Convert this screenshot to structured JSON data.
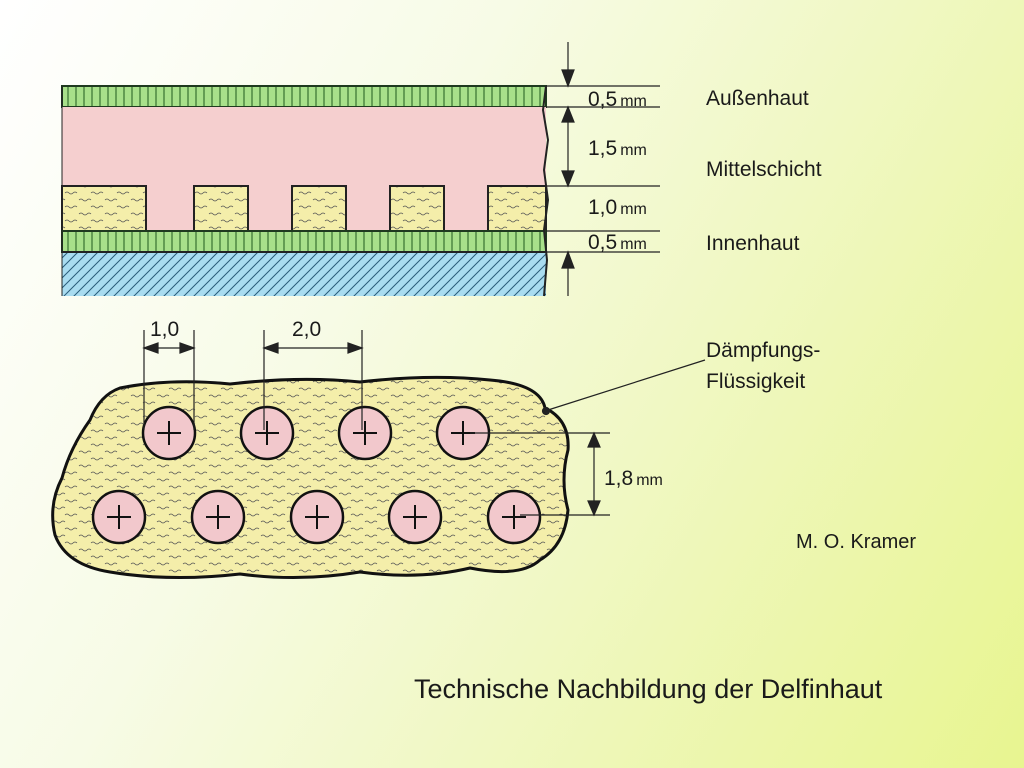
{
  "layers": [
    {
      "value": "0,5",
      "unit": "mm",
      "name": "Außenhaut"
    },
    {
      "value": "1,5",
      "unit": "mm",
      "name": "Mittelschicht"
    },
    {
      "value": "1,0",
      "unit": "mm",
      "name": ""
    },
    {
      "value": "0,5",
      "unit": "mm",
      "name": "Innenhaut"
    }
  ],
  "lower": {
    "dim_small": "1,0",
    "dim_large": "2,0",
    "dim_vertical_value": "1,8",
    "dim_vertical_unit": "mm",
    "fluid_label_line1": "Dämpfungs-",
    "fluid_label_line2": "Flüssigkeit"
  },
  "credit": "M. O. Kramer",
  "title": "Technische Nachbildung der Delfinhaut",
  "colors": {
    "outer_skin": "#a8e08a",
    "middle_layer": "#f5cfcf",
    "fluid": "#f4eeaa",
    "inner_base": "#a9dcf0",
    "circles": "#f2c8cc"
  }
}
